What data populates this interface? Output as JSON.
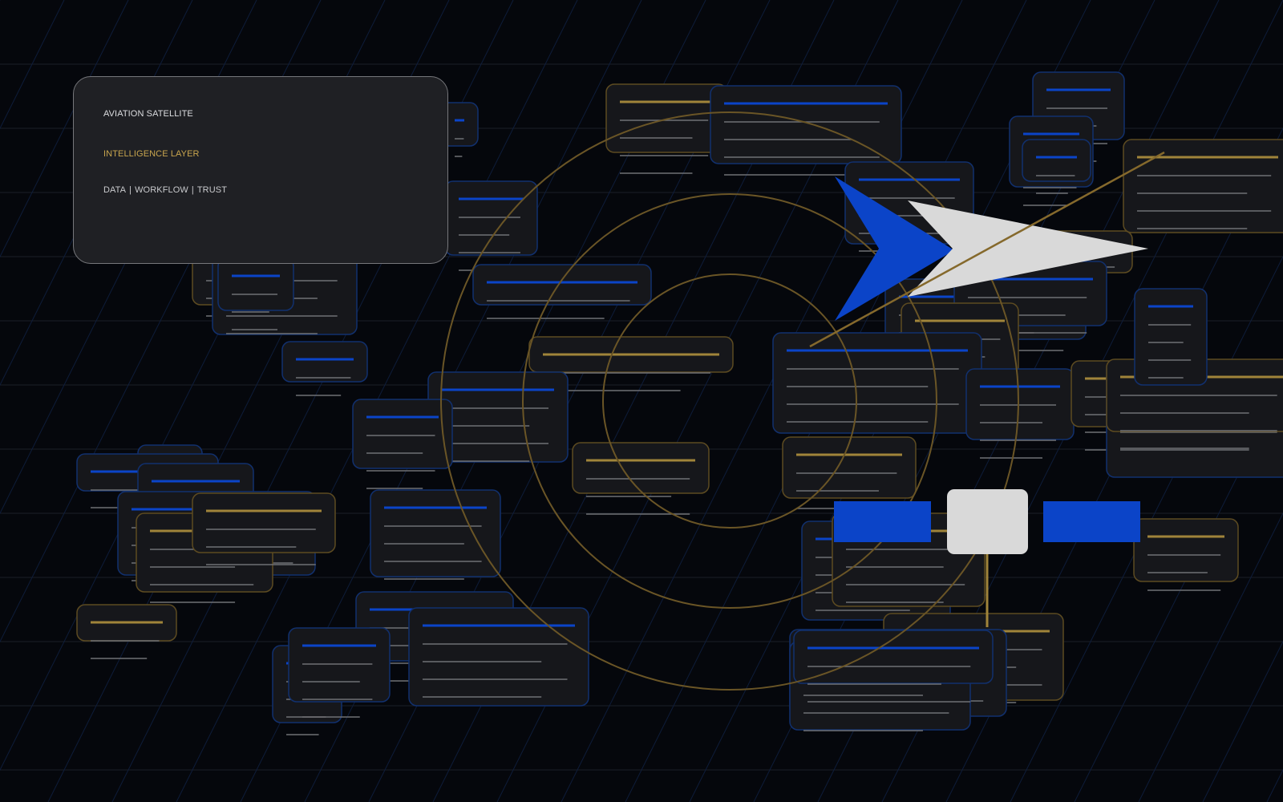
{
  "panel": {
    "line1": "AVIATION SATELLITE",
    "line2": "INTELLIGENCE LAYER",
    "line3": [
      "DATA",
      "WORKFLOW",
      "TRUST"
    ],
    "line3_separator": "|"
  },
  "colors": {
    "background": "#05070c",
    "card_fill": "#16171b",
    "blue": "#0b44c8",
    "blue_outline": "#11306e",
    "gold": "#a0843a",
    "gold_outline": "#5d4b21",
    "grey_line": "#6f7074",
    "white_shape": "#d9d9d9",
    "panel_fill": "#1f2024",
    "panel_text": "#dcdde0",
    "accent_text": "#c8a54e"
  },
  "icons": [
    "arrow-logo-mark",
    "blue-block",
    "white-square"
  ]
}
